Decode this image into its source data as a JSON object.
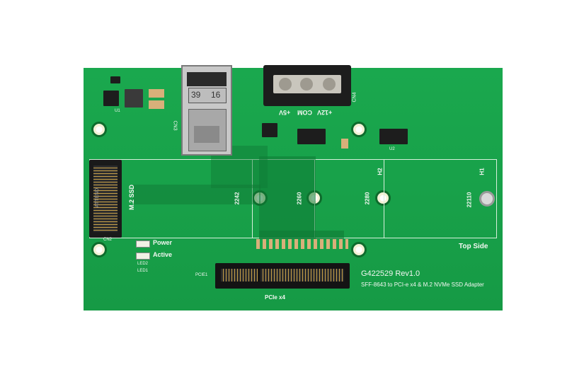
{
  "board": {
    "model": "G422529 Rev1.0",
    "description": "SFF-8643 to PCI-e x4 & M.2 NVMe SSD Adapter",
    "side": "Top Side",
    "pcie_slot_label": "PCIe x4",
    "pcie_ref": "PCIE1",
    "m2_label": "M.2 SSD",
    "power_led_label": "Power",
    "active_led_label": "Active",
    "led2_ref": "LED2",
    "led1_ref": "LED1",
    "cn2_ref": "CN2",
    "cn3_ref": "CN3",
    "cn4_ref": "CN4",
    "h1_ref": "H1",
    "h2_ref": "H2",
    "u1_ref": "U1",
    "u2_ref": "U2",
    "size_2242": "2242",
    "size_2260": "2260",
    "size_2280": "2280",
    "size_22110": "22110",
    "power_5v": "+5V",
    "power_com": "COM",
    "power_12v": "+12V",
    "connector_pins": [
      "39",
      "16"
    ],
    "m2_socket_text": "ATTEND"
  }
}
